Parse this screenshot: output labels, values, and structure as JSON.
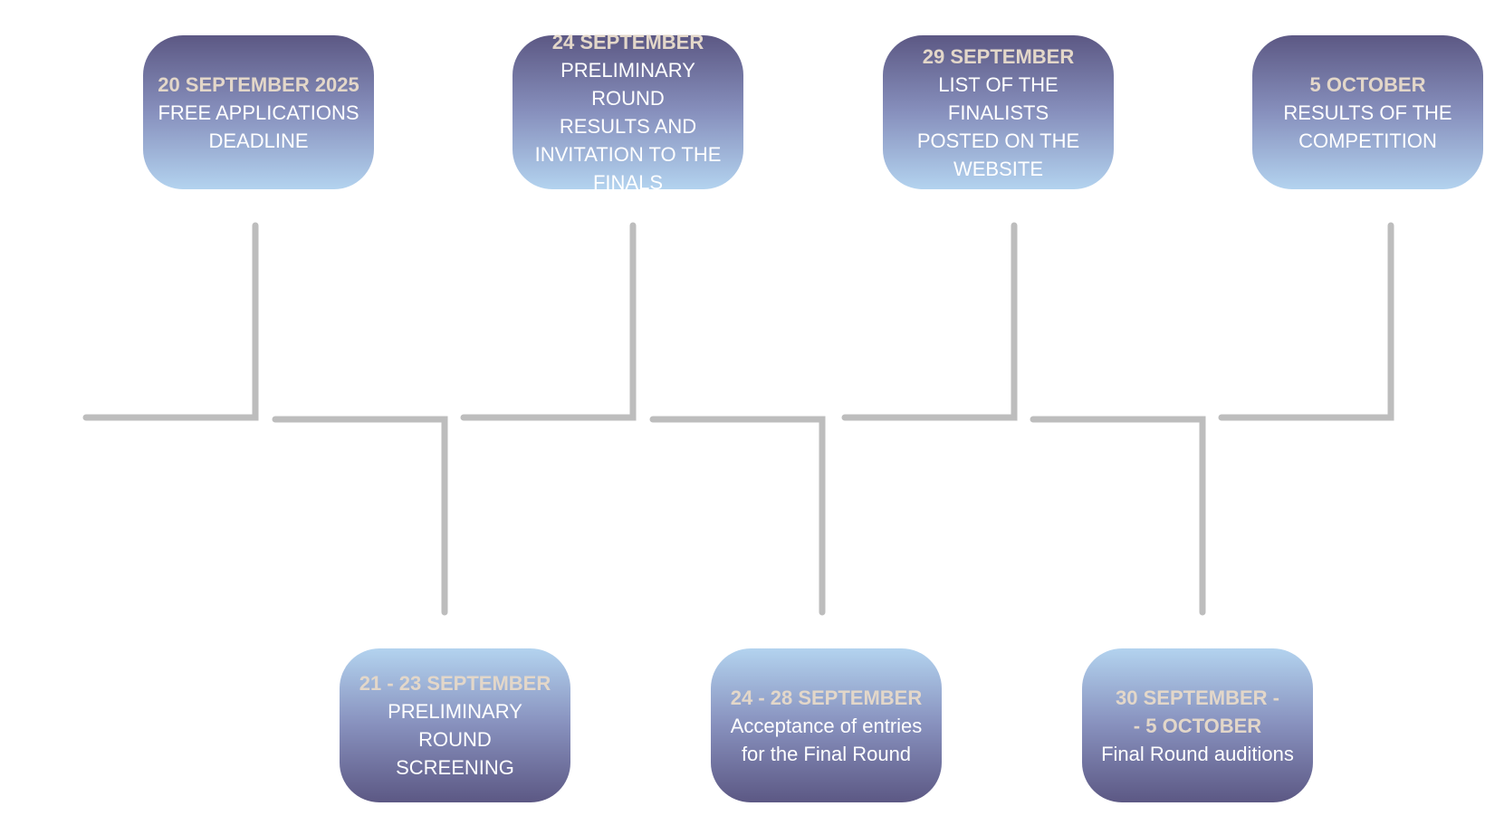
{
  "milestones_top": [
    {
      "date": "20 SEPTEMBER 2025",
      "lines": [
        "FREE APPLICATIONS",
        "DEADLINE"
      ]
    },
    {
      "date": "24 SEPTEMBER",
      "lines": [
        "PRELIMINARY ROUND",
        "RESULTS AND",
        "INVITATION TO THE",
        "FINALS"
      ]
    },
    {
      "date": "29 SEPTEMBER",
      "lines": [
        "LIST OF THE FINALISTS",
        "POSTED ON THE",
        "WEBSITE"
      ]
    },
    {
      "date": "5 OCTOBER",
      "lines": [
        "RESULTS OF THE",
        "COMPETITION"
      ]
    }
  ],
  "milestones_bottom": [
    {
      "date": "21 - 23 SEPTEMBER",
      "lines": [
        "PRELIMINARY ROUND",
        "SCREENING"
      ]
    },
    {
      "date": "24 - 28 SEPTEMBER",
      "lines": [
        "Acceptance of entries",
        "for the Final Round"
      ]
    },
    {
      "date_lines": [
        "30 SEPTEMBER -",
        "- 5 OCTOBER"
      ],
      "lines": [
        "Final Round auditions"
      ]
    }
  ],
  "colors": {
    "box_dark": "#5c5884",
    "box_mid": "#8790bd",
    "box_light": "#b3d3ef",
    "date_text": "#e3d7c9",
    "body_text": "#ffffff",
    "connector": "#bdbdbd"
  }
}
